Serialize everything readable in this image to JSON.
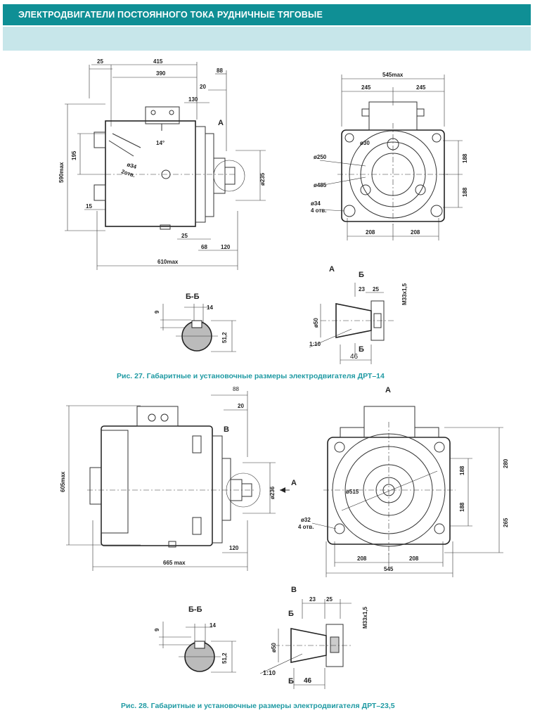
{
  "header": {
    "title": "ЭЛЕКТРОДВИГАТЕЛИ ПОСТОЯННОГО ТОКА РУДНИЧНЫЕ ТЯГОВЫЕ"
  },
  "figure27": {
    "caption": "Рис. 27. Габаритные и установочные размеры электродвигателя ДРТ–14",
    "side": {
      "d25": "25",
      "d415": "415",
      "d390": "390",
      "d88": "88",
      "d20": "20",
      "d130": "130",
      "view_a": "А",
      "angle": "14°",
      "hole": "ø34",
      "holes": "2отв.",
      "d195": "195",
      "d590": "590max",
      "d235": "ø235",
      "d15": "15",
      "d25b": "25",
      "d68": "68",
      "d120": "120",
      "d610": "610max"
    },
    "front": {
      "d545": "545max",
      "d245a": "245",
      "d245b": "245",
      "d30": "ø30",
      "d250": "ø250",
      "d485": "ø485",
      "d34": "ø34",
      "holes": "4 отв.",
      "d188a": "188",
      "d188b": "188",
      "d208a": "208",
      "d208b": "208"
    },
    "section": {
      "title": "Б-Б",
      "d14": "14",
      "d9": "9",
      "d512": "51,2"
    },
    "detail": {
      "view_a": "А",
      "cut_b1": "Б",
      "cut_b2": "Б",
      "d23": "23",
      "d25": "25",
      "thread": "M33x1,5",
      "d50": "ø50",
      "taper": "1:10",
      "d46": "46"
    }
  },
  "figure28": {
    "caption": "Рис. 28. Габаритные и установочные размеры электродвигателя ДРТ–23,5",
    "side": {
      "d88": "88",
      "d20": "20",
      "view_b": "В",
      "d605": "605max",
      "d236": "ø236",
      "arrow_a": "А",
      "d120": "120",
      "d665": "665 max"
    },
    "front": {
      "view_a": "А",
      "d280": "280",
      "d188a": "188",
      "d188b": "188",
      "d515": "ø515",
      "d265": "265",
      "d32": "ø32",
      "holes": "4 отв.",
      "d208a": "208",
      "d208b": "208",
      "d545": "545"
    },
    "section": {
      "title": "Б-Б",
      "d14": "14",
      "d9": "9",
      "d512": "51,2"
    },
    "detail": {
      "view_b": "В",
      "cut_b1": "Б",
      "cut_b2": "Б",
      "d23": "23",
      "d25": "25",
      "thread": "M33x1,5",
      "d50": "ø50",
      "taper": "1:10",
      "d46": "46"
    }
  }
}
